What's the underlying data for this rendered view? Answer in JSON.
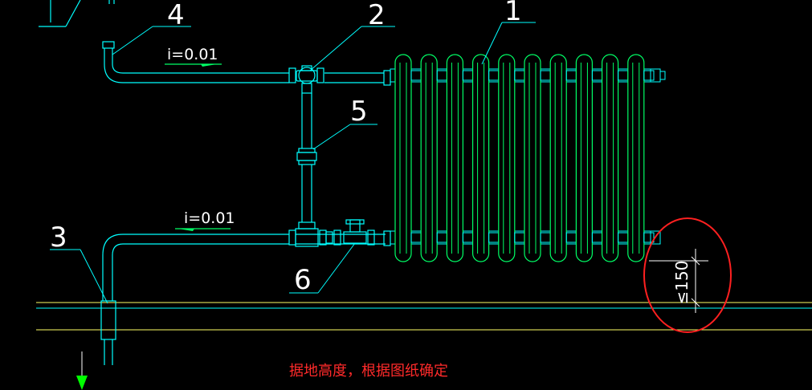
{
  "labels": {
    "l1": "1",
    "l2": "2",
    "l3": "3",
    "l4": "4",
    "l5": "5",
    "l6": "6"
  },
  "slope_top": "i=0.01",
  "slope_bottom": "i=0.01",
  "dimension": "≤150",
  "note": "据地高度，根据图纸确定",
  "colors": {
    "background": "#000000",
    "pipe": "#00ffff",
    "radiator": "#00ff66",
    "floor": "#ffff66",
    "highlight": "#ff2020",
    "note": "#ff2a2a",
    "flow_arrow": "#00ff00"
  },
  "radiator": {
    "sections": 10
  }
}
